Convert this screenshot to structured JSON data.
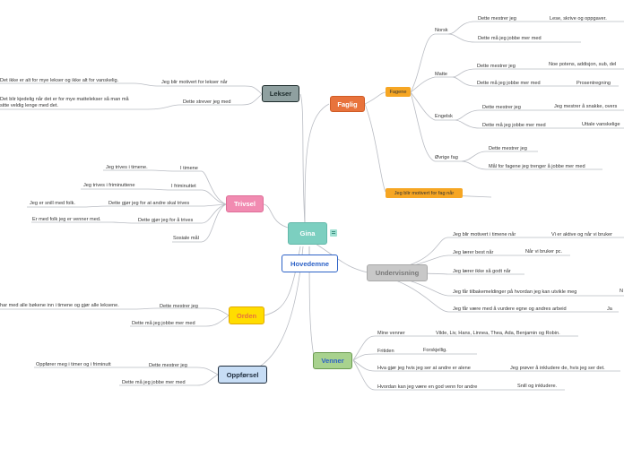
{
  "root": {
    "label": "Gina",
    "badge_icon": "notes-icon"
  },
  "colors": {
    "root": "#7ccfc0",
    "faglig": "#e8733c",
    "fagene": "#f6a623",
    "lekser": "#8fa0a0",
    "trivsel": "#f18bb1",
    "hovedemne_border": "#2d62c7",
    "undervisning": "#c8c8c8",
    "orden": "#ffdd00",
    "oppforsel": "#c7ddf5",
    "venner": "#a8d28e",
    "line": "#b9bcc3"
  },
  "branches": {
    "faglig": {
      "label": "Faglig",
      "fagene": "Fagene",
      "norsk": {
        "label": "Norsk",
        "mestrer": "Dette mestrer jeg",
        "mestrer_detail": "Lese, skrive og oppgaver.",
        "jobbe": "Dette må jeg jobbe mer med"
      },
      "matte": {
        "label": "Matte",
        "mestrer": "Dette mestrer jeg",
        "mestrer_detail": "Noe potens, addisjon, sub, del",
        "jobbe": "Dette må jeg jobbe mer med",
        "jobbe_detail": "Prosentregning"
      },
      "engelsk": {
        "label": "Engelsk",
        "mestrer": "Dette mestrer jeg",
        "mestrer_detail": "Jeg mestrer å snakke, overs",
        "jobbe": "Dette må jeg jobbe mer med",
        "jobbe_detail": "Uttale vanskelige"
      },
      "ovrige": {
        "label": "Øvrige fag",
        "mestrer": "Dette mestrer jeg",
        "mal": "Mål for fagene jeg trenger å jobbe mer med"
      },
      "motivert": "Jeg blir motivert for fag når"
    },
    "lekser": {
      "label": "Lekser",
      "motivert": "Jeg blir motivert for lekser når",
      "motivert_detail": "Det ikke er alt for mye lekser og ikke alt for vanskelig.",
      "strever": "Dette strever jeg med",
      "strever_detail_1": "Det blir kjedelig når det er for mye mattelekser så man må",
      "strever_detail_2": "sitte veldig lenge med det."
    },
    "trivsel": {
      "label": "Trivsel",
      "items": [
        {
          "label": "I timene",
          "detail": "Jeg trives i timene."
        },
        {
          "label": "I friminuttet",
          "detail": "Jeg trives i friminuttene"
        },
        {
          "label": "Dette gjør jeg for at andre skal trives",
          "detail": "Jeg er snill med folk."
        },
        {
          "label": "Dette gjør jeg for å trives",
          "detail": "Er med folk jeg er venner med."
        },
        {
          "label": "Sosiale mål",
          "detail": ""
        }
      ]
    },
    "hovedemne": {
      "label": "Hovedemne"
    },
    "undervisning": {
      "label": "Undervisning",
      "items": [
        {
          "label": "Jeg blir motivert i timene når",
          "detail": "Vi er aktive og når vi bruker"
        },
        {
          "label": "Jeg lærer best når",
          "detail": "Når vi bruker pc."
        },
        {
          "label": "Jeg lærer ikke så godt når",
          "detail": ""
        },
        {
          "label": "Jeg får tilbakemeldinger på hvordan jeg kan utvikle meg",
          "detail": "N"
        },
        {
          "label": "Jeg får være med å vurdere egne og andres arbeid",
          "detail": "Ja"
        }
      ]
    },
    "orden": {
      "label": "Orden",
      "mestrer": "Dette mestrer jeg",
      "mestrer_detail": "har med alle bøkene inn i timene og gjør alle leksene.",
      "jobbe": "Dette må jeg jobbe mer med"
    },
    "oppforsel": {
      "label": "Oppførsel",
      "mestrer": "Dette mestrer jeg",
      "mestrer_detail": "Oppfører meg i timer og i friminutt",
      "jobbe": "Dette må jeg jobbe mer med"
    },
    "venner": {
      "label": "Venner",
      "items": [
        {
          "label": "Mine venner",
          "detail": "Vilde, Liv, Hans, Linnea, Thea, Ada, Benjamin og Robin."
        },
        {
          "label": "Fritiden",
          "detail": "Forskjellig."
        },
        {
          "label": "Hva gjør jeg hvis jeg ser at andre er alene",
          "detail": "Jeg prøver å inkludere de, hvis jeg ser det."
        },
        {
          "label": "Hvordan kan jeg være en god venn for andre",
          "detail": "Snill og inkludere."
        }
      ]
    }
  }
}
